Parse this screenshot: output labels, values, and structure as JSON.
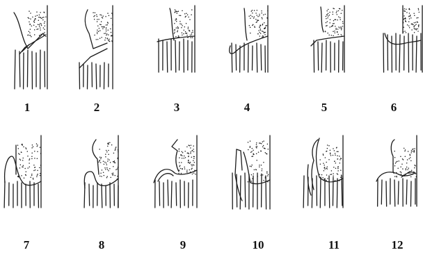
{
  "figure": {
    "panels": [
      {
        "label": "1"
      },
      {
        "label": "2"
      },
      {
        "label": "3"
      },
      {
        "label": "4"
      },
      {
        "label": "5"
      },
      {
        "label": "6"
      },
      {
        "label": "7"
      },
      {
        "label": "8"
      },
      {
        "label": "9"
      },
      {
        "label": "10"
      },
      {
        "label": "11"
      },
      {
        "label": "12"
      }
    ]
  },
  "colors": {
    "ink": "#1a1a1a",
    "background": "#ffffff"
  }
}
